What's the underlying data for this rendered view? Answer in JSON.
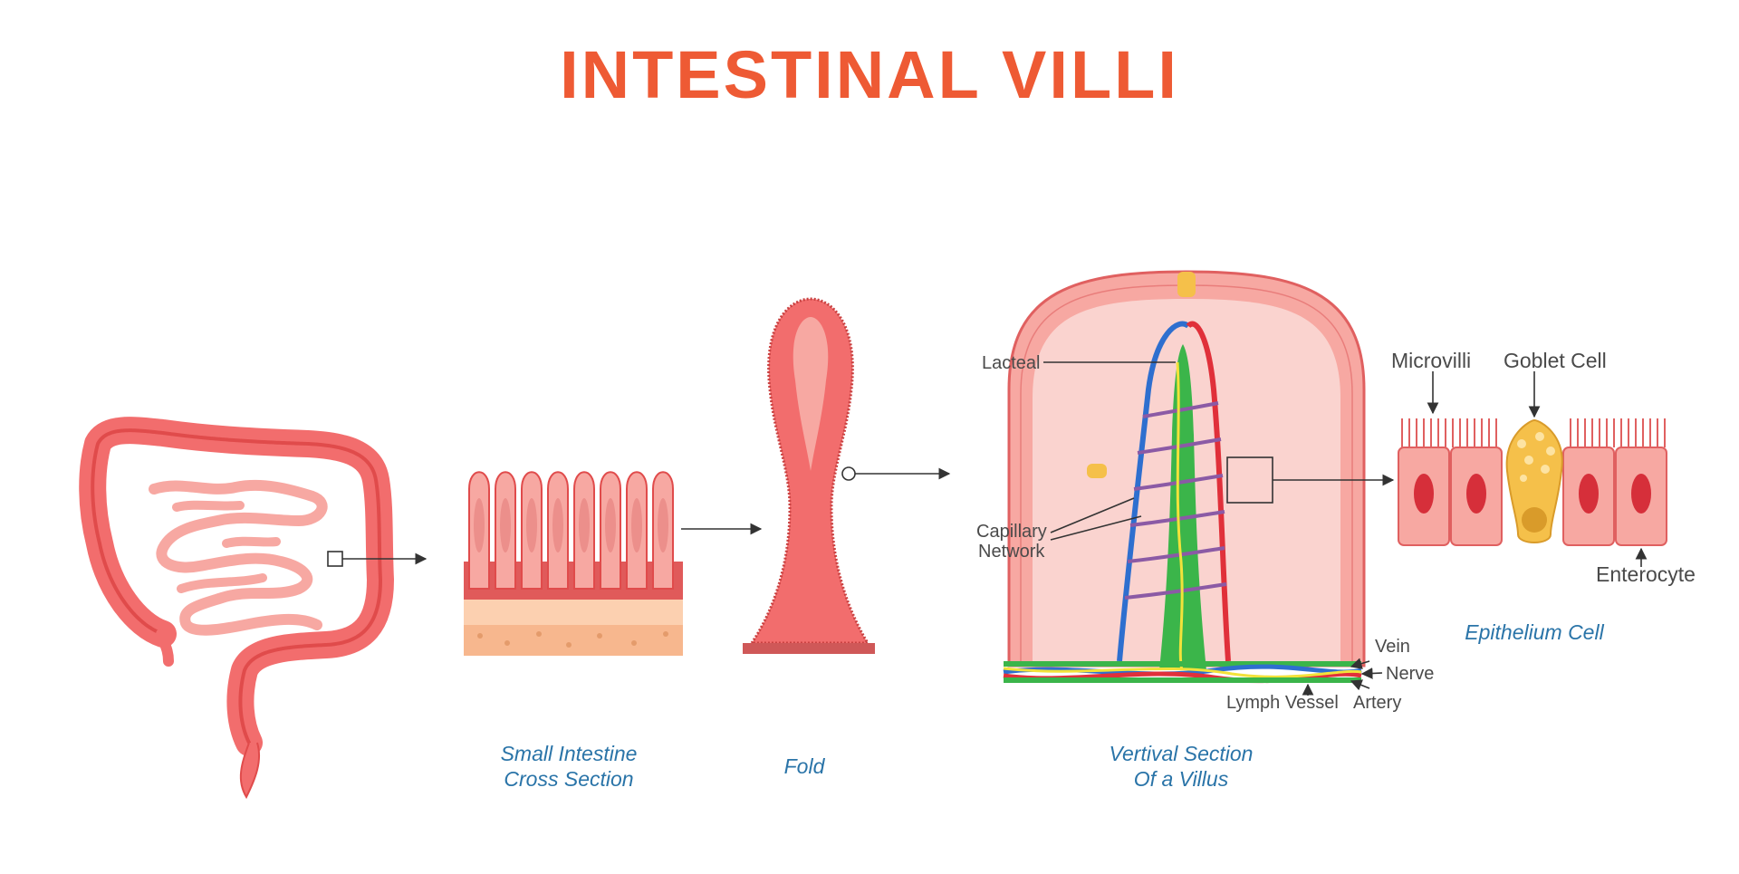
{
  "title": "INTESTINAL VILLI",
  "captions": {
    "cross_section_line1": "Small Intestine",
    "cross_section_line2": "Cross Section",
    "fold": "Fold",
    "villus_line1": "Vertival Section",
    "villus_line2": "Of a Villus",
    "epithelium": "Epithelium Cell"
  },
  "labels": {
    "lacteal": "Lacteal",
    "capillary_line1": "Capillary",
    "capillary_line2": "Network",
    "vein": "Vein",
    "nerve": "Nerve",
    "artery": "Artery",
    "lymph_vessel": "Lymph Vessel",
    "microvilli": "Microvilli",
    "goblet_cell": "Goblet Cell",
    "enterocyte": "Enterocyte"
  },
  "colors": {
    "title": "#ee5a34",
    "caption": "#2a74a8",
    "tissue": "#f26d6d",
    "tissue_light": "#f7a8a2",
    "vein": "#2e6fcf",
    "artery": "#e0303a",
    "lymph": "#3bb54a",
    "nerve": "#f2e23a",
    "goblet": "#f5c04a"
  }
}
